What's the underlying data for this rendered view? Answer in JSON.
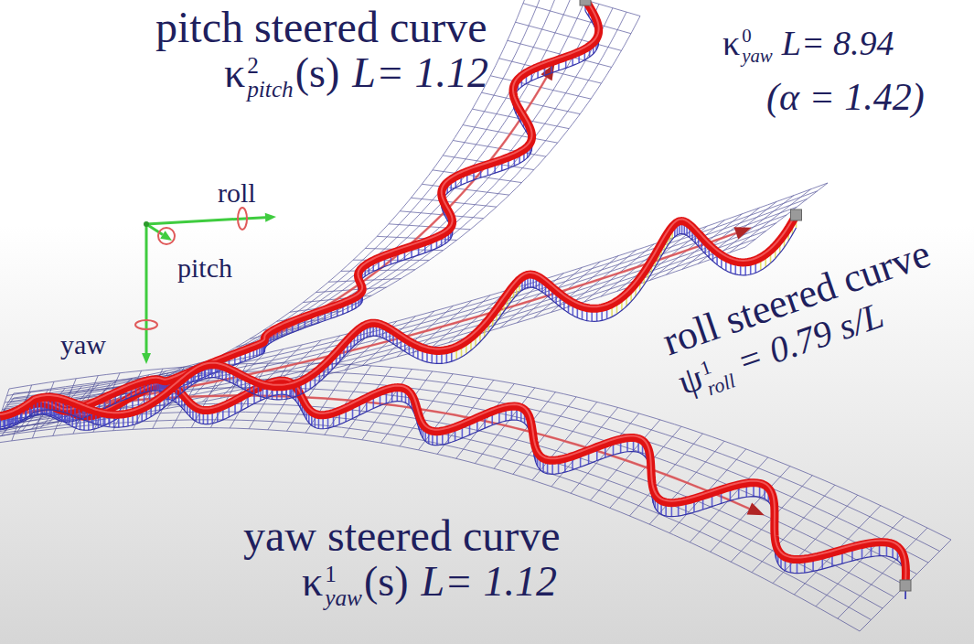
{
  "diagram": {
    "labels": [
      "pitch steered curve",
      "κ",
      "2",
      "pitch",
      "(s)",
      "L= 1.12",
      "κ",
      "0",
      "yaw",
      "L= 8.94",
      "(α = 1.42)",
      "roll",
      "pitch",
      "yaw",
      "roll steered curve",
      "ψ",
      "1",
      "roll",
      "= 0.79 s/L",
      "yaw steered curve",
      "κ",
      "1",
      "yaw",
      "(s)",
      "L= 1.12"
    ]
  }
}
